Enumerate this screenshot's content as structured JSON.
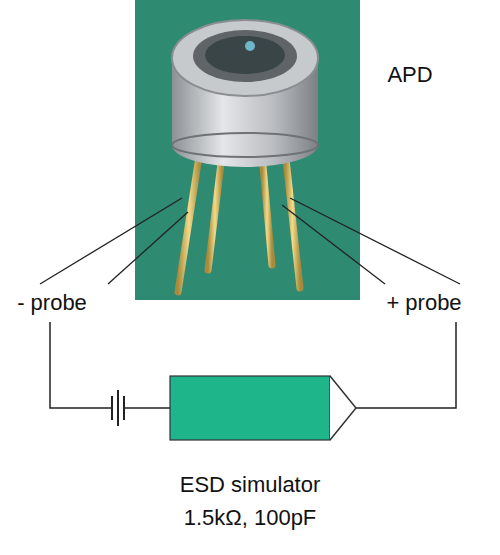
{
  "diagram": {
    "labels": [
      "APD",
      "- probe",
      "+ probe",
      "ESD simulator",
      "1.5kΩ, 100pF"
    ]
  }
}
